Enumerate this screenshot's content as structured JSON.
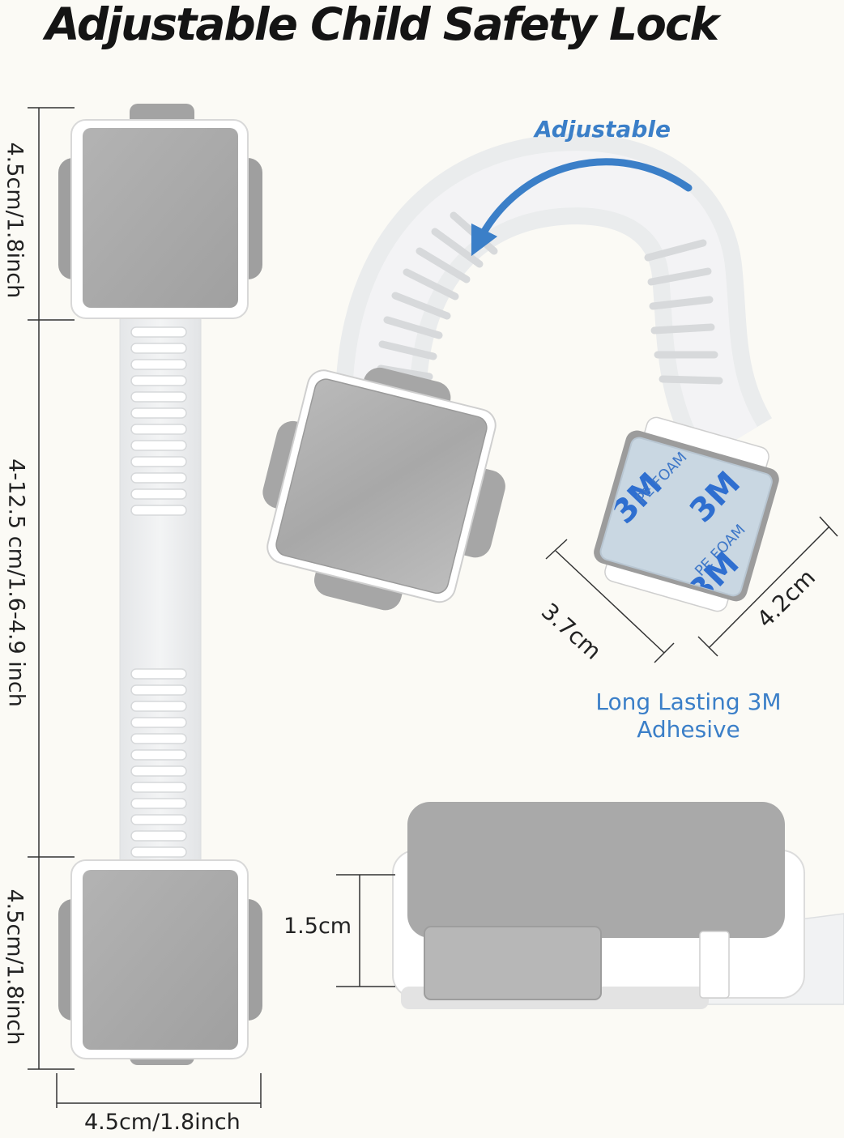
{
  "title": "Adjustable Child Safety Lock",
  "dimensions": {
    "top_pad_height": "4.5cm/1.8inch",
    "strap_length": "4-12.5 cm/1.6-4.9 inch",
    "bottom_pad_height": "4.5cm/1.8inch",
    "pad_width": "4.5cm/1.8inch",
    "adhesive_short_side": "3.7cm",
    "adhesive_long_side": "4.2cm",
    "lock_thickness": "1.5cm"
  },
  "callouts": {
    "adjustable": "Adjustable",
    "adhesive_line1": "Long Lasting 3M",
    "adhesive_line2": "Adhesive"
  },
  "adhesive_print": {
    "brand": "3M",
    "material": "PE FOAM"
  },
  "colors": {
    "background": "#fbfaf5",
    "pad_gray": "#a6a6a6",
    "frame_white": "#ffffff",
    "strap": "#ecedef",
    "accent_blue": "#3b7fc8",
    "adhesive_blue": "#2f6fd0"
  }
}
